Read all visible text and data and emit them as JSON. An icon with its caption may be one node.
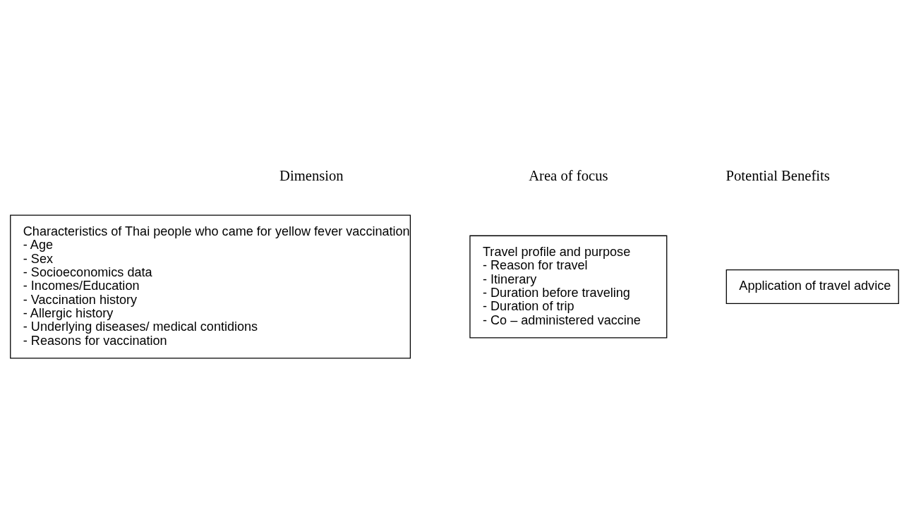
{
  "diagram": {
    "nodes": [
      {
        "text": [
          "Characteristics of Thai people who came for yellow fever vaccination",
          "- Age",
          "- Sex",
          "- Socioeconomics data",
          "- Incomes/Education",
          "- Vaccination history",
          "- Allergic history",
          "- Underlying diseases/ medical contidions",
          "- Reasons for vaccination"
        ]
      },
      {
        "text": [
          "Travel profile and purpose",
          "- Reason for travel",
          "- Itinerary",
          "- Duration before traveling",
          "- Duration of trip",
          "- Co – administered vaccine"
        ]
      },
      {
        "text": [
          "Application of travel advice"
        ]
      }
    ],
    "edges": [],
    "labels": [
      "Dimension",
      "Area of focus",
      "Potential Benefits"
    ]
  }
}
